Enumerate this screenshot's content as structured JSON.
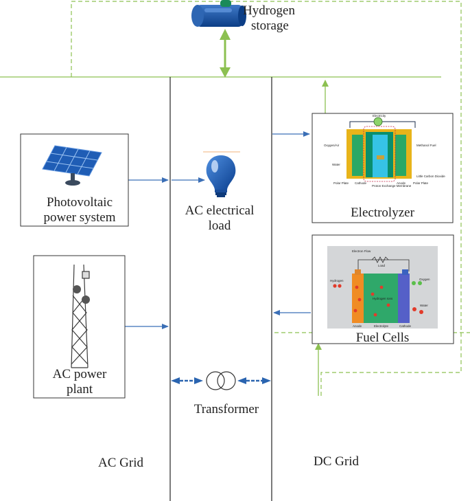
{
  "components": {
    "hydrogen_storage": {
      "line1": "Hydrogen",
      "line2": "storage"
    },
    "photovoltaic": {
      "line1": "Photovoltaic",
      "line2": "power system"
    },
    "ac_load": {
      "line1": "AC electrical",
      "line2": "load"
    },
    "electrolyzer": {
      "label": "Electrolyzer"
    },
    "ac_power_plant": {
      "line1": "AC power",
      "line2": "plant"
    },
    "fuel_cells": {
      "label": "Fuel Cells"
    },
    "transformer": {
      "label": "Transformer"
    }
  },
  "grids": {
    "ac": "AC Grid",
    "dc": "DC Grid"
  },
  "electrolyzer_diagram": {
    "top": "Electricity",
    "left_top": "Oxygen/Air",
    "left_mid": "Water",
    "right_top": "Methanol Fuel",
    "right_bottom": "Little Carbon Dioxide",
    "bottom_1": "Polar Plate",
    "bottom_2": "Cathode",
    "bottom_3": "Proton Exchange Membrane",
    "bottom_4": "Anode",
    "bottom_5": "Polar Plate"
  },
  "fuel_cell_diagram": {
    "top_left": "Electron Flow",
    "top_mid": "Load",
    "left": "Hydrogen",
    "right_top": "Oxygen",
    "right_bottom": "Water",
    "center": "Hydrogen Ions",
    "bottom_1": "Anode",
    "bottom_2": "Electrolyte",
    "bottom_3": "Cathode"
  },
  "colors": {
    "hydrogen_line": "#8cc051",
    "power_arrow": "#3b6fb6",
    "bus_line": "#222222",
    "dashed_line": "#8cc051"
  }
}
